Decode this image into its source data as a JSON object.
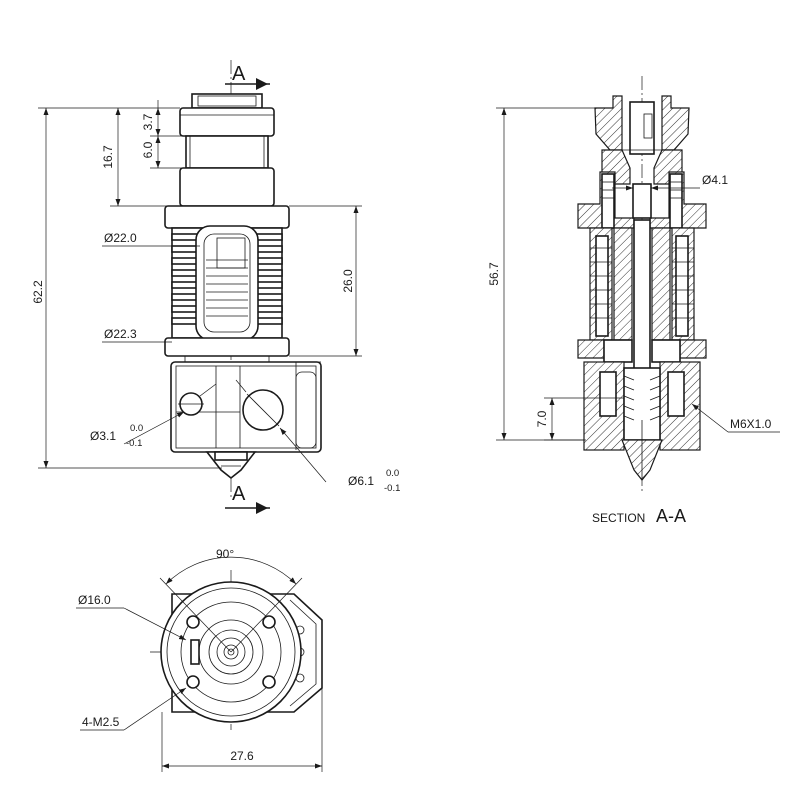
{
  "front_view": {
    "section_marker_letter": "A",
    "dims": {
      "overall_height": "62.2",
      "upper_height": "16.7",
      "top_cap": "3.7",
      "cap_height": "6.0",
      "diameter_upper": "Ø22.0",
      "diameter_lower": "Ø22.3",
      "fin_height": "26.0",
      "hole_small": "Ø3.1",
      "hole_small_tol_upper": "0.0",
      "hole_small_tol_lower": "-0.1",
      "hole_large": "Ø6.1",
      "hole_large_tol_upper": "0.0",
      "hole_large_tol_lower": "-0.1"
    }
  },
  "section_view": {
    "title_prefix": "SECTION",
    "title_letter": "A-A",
    "dims": {
      "overall_height": "56.7",
      "bore": "Ø4.1",
      "thread_depth": "7.0",
      "thread": "M6X1.0"
    }
  },
  "top_view": {
    "dims": {
      "angle": "90°",
      "bolt_circle": "Ø16.0",
      "screws": "4-M2.5",
      "width": "27.6"
    }
  }
}
